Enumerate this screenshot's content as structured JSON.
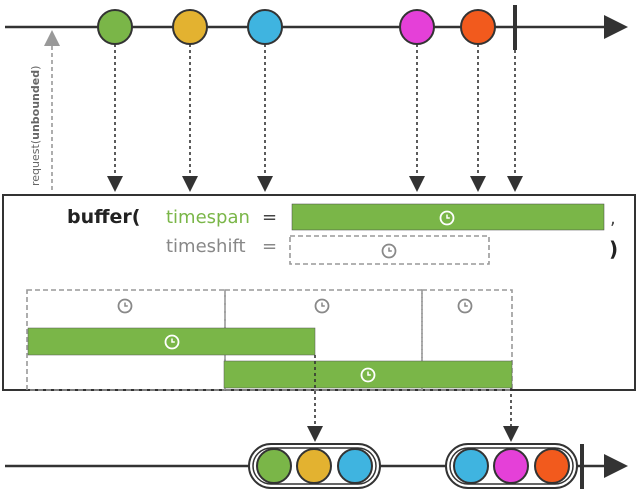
{
  "request_label": {
    "prefix": "request(",
    "arg": "unbounded",
    "suffix": ")"
  },
  "operator": {
    "name": "buffer(",
    "param1_name": "timespan",
    "equals1": "=",
    "comma": ",",
    "param2_name": "timeshift",
    "equals2": "=",
    "close_paren": ")"
  },
  "colors": {
    "line": "#333333",
    "green": "#7ab648",
    "yellow": "#e3b230",
    "blue": "#3fb4e0",
    "magenta": "#e540d8",
    "orange": "#f25a1d",
    "dashed": "#999999",
    "param1": "#7ab648",
    "param2": "#888888"
  },
  "input_items": [
    "green",
    "yellow",
    "blue",
    "magenta",
    "orange"
  ],
  "output_buffers": [
    [
      "green",
      "yellow",
      "blue"
    ],
    [
      "blue",
      "magenta",
      "orange"
    ]
  ],
  "icons": {
    "clock": "clock-icon"
  }
}
